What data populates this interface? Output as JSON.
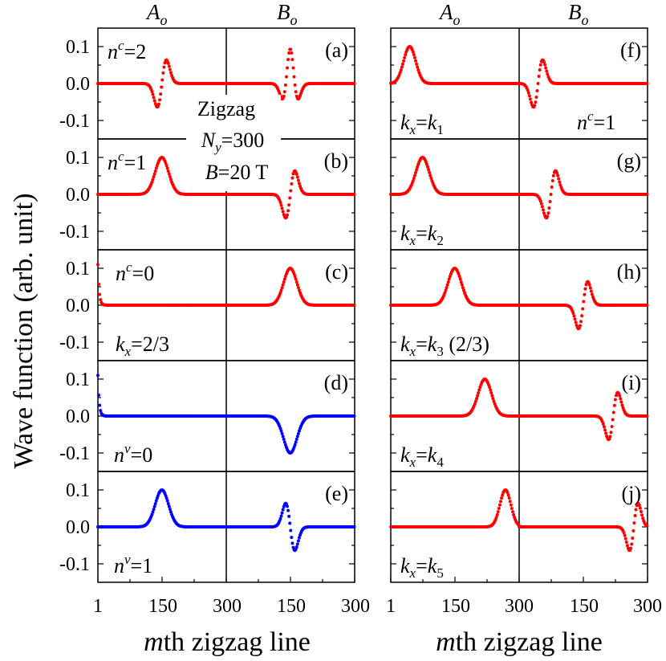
{
  "figure": {
    "ylabel": "Wave function (arb. unit)",
    "xlabel": "th zigzag line",
    "xlabel_var": "m",
    "left_top_labels": {
      "A": {
        "base": "A",
        "sub": "o"
      },
      "B": {
        "base": "B",
        "sub": "o"
      }
    },
    "right_top_labels": {
      "A": {
        "base": "A",
        "sub": "o"
      },
      "B": {
        "base": "B",
        "sub": "o"
      }
    },
    "xticks": [
      "1",
      "150",
      "300",
      "150",
      "300"
    ],
    "yticks": [
      "0.1",
      "0.0",
      "-0.1"
    ],
    "annotation": {
      "line1": "Zigzag",
      "line2_var": "N",
      "line2_sub": "y",
      "line2_rest": "=300",
      "line3_var": "B",
      "line3_rest": "=20 T"
    },
    "colors": {
      "conduction": "#ff0000",
      "valence": "#0000ff",
      "axis": "#000000"
    }
  },
  "chart_data": [
    {
      "type": "scatter",
      "panel": "(a)",
      "labels": [
        {
          "var": "n",
          "sup": "c",
          "rest": "=2"
        }
      ],
      "color": "#ff0000",
      "series": [
        {
          "segment": "A_o",
          "profile": "node",
          "center": 150,
          "width": 15,
          "amplitude": -0.09
        },
        {
          "segment": "B_o",
          "profile": "double_node",
          "center": 150,
          "width": 15,
          "amplitude": 0.085
        }
      ],
      "ylim": [
        -0.15,
        0.15
      ]
    },
    {
      "type": "scatter",
      "panel": "(b)",
      "labels": [
        {
          "var": "n",
          "sup": "c",
          "rest": "=1"
        }
      ],
      "color": "#ff0000",
      "series": [
        {
          "segment": "A_o",
          "profile": "gaussian",
          "center": 150,
          "width": 22,
          "amplitude": 0.1
        },
        {
          "segment": "B_o",
          "profile": "node",
          "center": 150,
          "width": 15,
          "amplitude": -0.09
        }
      ],
      "ylim": [
        -0.15,
        0.15
      ]
    },
    {
      "type": "scatter",
      "panel": "(c)",
      "labels": [
        {
          "var": "n",
          "sup": "c",
          "rest": "=0"
        },
        {
          "var": "k",
          "sub": "x",
          "rest": "=2/3"
        }
      ],
      "color": "#ff0000",
      "series": [
        {
          "segment": "A_o",
          "profile": "edge_decay",
          "amplitude": 0.11,
          "decay": 3
        },
        {
          "segment": "B_o",
          "profile": "gaussian",
          "center": 150,
          "width": 22,
          "amplitude": 0.1
        }
      ],
      "ylim": [
        -0.15,
        0.15
      ]
    },
    {
      "type": "scatter",
      "panel": "(d)",
      "labels": [
        {
          "var": "n",
          "sup": "v",
          "rest": "=0"
        }
      ],
      "color": "#0000ff",
      "series": [
        {
          "segment": "A_o",
          "profile": "edge_decay",
          "amplitude": 0.11,
          "decay": 3
        },
        {
          "segment": "B_o",
          "profile": "gaussian",
          "center": 150,
          "width": 22,
          "amplitude": -0.1
        }
      ],
      "ylim": [
        -0.15,
        0.15
      ]
    },
    {
      "type": "scatter",
      "panel": "(e)",
      "labels": [
        {
          "var": "n",
          "sup": "v",
          "rest": "=1"
        }
      ],
      "color": "#0000ff",
      "series": [
        {
          "segment": "A_o",
          "profile": "gaussian",
          "center": 150,
          "width": 22,
          "amplitude": 0.1
        },
        {
          "segment": "B_o",
          "profile": "node",
          "center": 150,
          "width": 15,
          "amplitude": 0.09
        }
      ],
      "ylim": [
        -0.15,
        0.15
      ]
    },
    {
      "type": "scatter",
      "panel": "(f)",
      "labels": [
        {
          "var": "k",
          "sub": "x",
          "rest": "=",
          "var2": "k",
          "sub2": "1"
        },
        {
          "var": "n",
          "sup": "c",
          "rest": "=1"
        }
      ],
      "color": "#ff0000",
      "series": [
        {
          "segment": "A_o",
          "profile": "gaussian",
          "center": 45,
          "width": 20,
          "amplitude": 0.1,
          "clip_at_start": true
        },
        {
          "segment": "B_o",
          "profile": "node",
          "center": 45,
          "width": 15,
          "amplitude": -0.09
        }
      ],
      "ylim": [
        -0.15,
        0.15
      ]
    },
    {
      "type": "scatter",
      "panel": "(g)",
      "labels": [
        {
          "var": "k",
          "sub": "x",
          "rest": "=",
          "var2": "k",
          "sub2": "2"
        }
      ],
      "color": "#ff0000",
      "series": [
        {
          "segment": "A_o",
          "profile": "gaussian",
          "center": 75,
          "width": 22,
          "amplitude": 0.1
        },
        {
          "segment": "B_o",
          "profile": "node",
          "center": 75,
          "width": 15,
          "amplitude": -0.09
        }
      ],
      "ylim": [
        -0.15,
        0.15
      ]
    },
    {
      "type": "scatter",
      "panel": "(h)",
      "labels": [
        {
          "var": "k",
          "sub": "x",
          "rest": "=",
          "var2": "k",
          "sub2": "3",
          "tail": " (2/3)"
        }
      ],
      "color": "#ff0000",
      "series": [
        {
          "segment": "A_o",
          "profile": "gaussian",
          "center": 150,
          "width": 22,
          "amplitude": 0.1
        },
        {
          "segment": "B_o",
          "profile": "node",
          "center": 150,
          "width": 15,
          "amplitude": -0.09
        }
      ],
      "ylim": [
        -0.15,
        0.15
      ]
    },
    {
      "type": "scatter",
      "panel": "(i)",
      "labels": [
        {
          "var": "k",
          "sub": "x",
          "rest": "=",
          "var2": "k",
          "sub2": "4"
        }
      ],
      "color": "#ff0000",
      "series": [
        {
          "segment": "A_o",
          "profile": "gaussian",
          "center": 220,
          "width": 22,
          "amplitude": 0.1
        },
        {
          "segment": "B_o",
          "profile": "node",
          "center": 220,
          "width": 15,
          "amplitude": -0.09
        }
      ],
      "ylim": [
        -0.15,
        0.15
      ]
    },
    {
      "type": "scatter",
      "panel": "(j)",
      "labels": [
        {
          "var": "k",
          "sub": "x",
          "rest": "=",
          "var2": "k",
          "sub2": "5"
        }
      ],
      "color": "#ff0000",
      "series": [
        {
          "segment": "A_o",
          "profile": "gaussian",
          "center": 268,
          "width": 18,
          "amplitude": 0.1
        },
        {
          "segment": "B_o",
          "profile": "node",
          "center": 268,
          "width": 14,
          "amplitude": -0.09
        }
      ],
      "ylim": [
        -0.15,
        0.15
      ]
    }
  ]
}
